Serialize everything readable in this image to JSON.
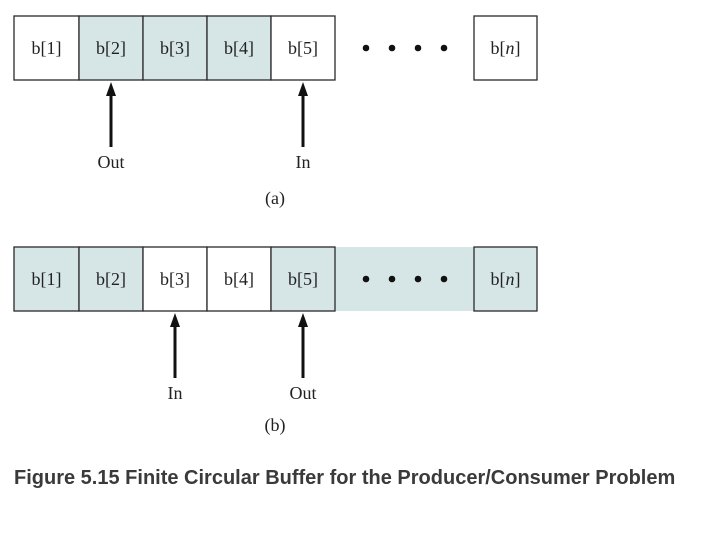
{
  "colors": {
    "filled": "#d6e6e6",
    "empty": "#ffffff",
    "stroke": "#2a2a2a"
  },
  "diagrams": [
    {
      "label": "(a)",
      "cells": [
        {
          "text": "b[1]",
          "filled": false
        },
        {
          "text": "b[2]",
          "filled": true
        },
        {
          "text": "b[3]",
          "filled": true
        },
        {
          "text": "b[4]",
          "filled": true
        },
        {
          "text": "b[5]",
          "filled": false
        }
      ],
      "last_cell": {
        "text": "b[n]",
        "filled": false
      },
      "gap_filled": false,
      "pointers": [
        {
          "label": "Out",
          "cell_index": 1
        },
        {
          "label": "In",
          "cell_index": 4
        }
      ]
    },
    {
      "label": "(b)",
      "cells": [
        {
          "text": "b[1]",
          "filled": true
        },
        {
          "text": "b[2]",
          "filled": true
        },
        {
          "text": "b[3]",
          "filled": false
        },
        {
          "text": "b[4]",
          "filled": false
        },
        {
          "text": "b[5]",
          "filled": true
        }
      ],
      "last_cell": {
        "text": "b[n]",
        "filled": true
      },
      "gap_filled": true,
      "pointers": [
        {
          "label": "In",
          "cell_index": 2
        },
        {
          "label": "Out",
          "cell_index": 4
        }
      ]
    }
  ],
  "caption": {
    "number": "Figure 5.15",
    "title": "Finite Circular Buffer for the Producer/Consumer Problem"
  }
}
